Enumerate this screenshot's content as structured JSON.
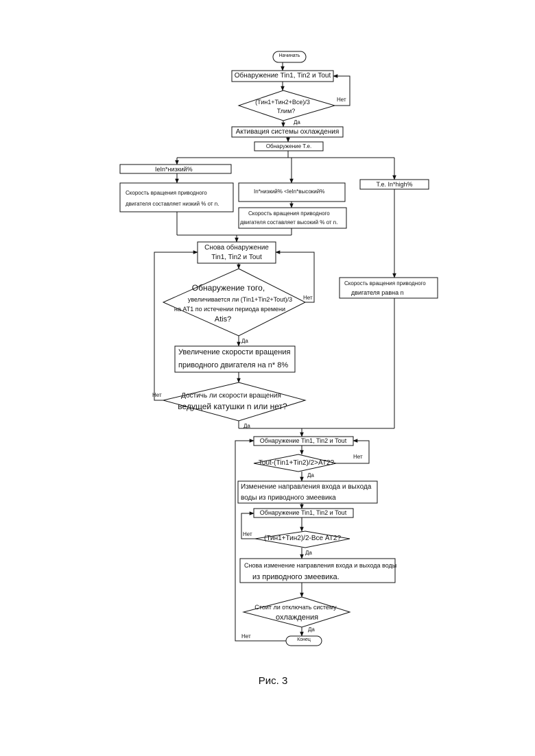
{
  "flow": {
    "start": "Начинать",
    "detect1": "Обнаружение Tin1, Tin2 и Tout",
    "cond1_line1": "(Тин1+Тин2+Все)/3",
    "cond1_line2": "Тлим?",
    "cond1_no": "Нет",
    "cond1_yes": "Да",
    "activate": "Активация системы охлаждения",
    "detect_te": "Обнаружение T.e.",
    "branch_low": "IeIn*низкий%",
    "speed_low_line1": "Скорость вращения приводного",
    "speed_low_line2": "двигателя составляет низкий % от n.",
    "branch_mid": "In*низкий% <IeIn*высокий%",
    "speed_high_line1": "Скорость вращения приводного",
    "speed_high_line2": "двигателя составляет высокий % от n.",
    "branch_high": "T.e. In*high%",
    "speed_n_line1": "Скорость вращения приводного",
    "speed_n_line2": "двигателя равна n",
    "redetect_line1": "Снова обнаружение",
    "redetect_line2": "Tin1, Tin2 и Tout",
    "cond2_line1": "Обнаружение того,",
    "cond2_line2": "увеличивается ли (Tin1+Tin2+Tout)/3",
    "cond2_line3": "на AT1 по истечении периода времени",
    "cond2_line4": "Atis?",
    "cond2_no": "Нет",
    "cond2_yes": "Да",
    "increase_line1": "Увеличение скорости вращения",
    "increase_line2": "приводного двигателя на n* 8%",
    "cond3_line1": "Достичь ли скорости вращения",
    "cond3_line2": "ведущей катушки n или нет?",
    "cond3_no": "Нет",
    "cond3_yes": "Да",
    "detect2": "Обнаружение Tin1, Tin2 и Tout",
    "cond4": "Tout-(Tin1+Tin2)/2>AT2?",
    "cond4_no": "Нет",
    "cond4_yes": "Да",
    "reverse1_line1": "Изменение направления входа и выхода",
    "reverse1_line2": "воды из приводного змеевика",
    "detect3": "Обнаружение Tin1, Tin2 и Tout",
    "cond5": "(Тин1+Тин2)/2-Все AT2?",
    "cond5_no": "Нет",
    "cond5_yes": "Да",
    "reverse2_line1": "Снова изменение направления входа и выхода воды",
    "reverse2_line2": "из приводного змеевика.",
    "cond6_line1": "Стоит ли отключать систему",
    "cond6_line2": "охлаждения",
    "cond6_yes": "Да",
    "cond6_no": "Нет",
    "end": "Конец"
  },
  "caption": "Рис. 3"
}
